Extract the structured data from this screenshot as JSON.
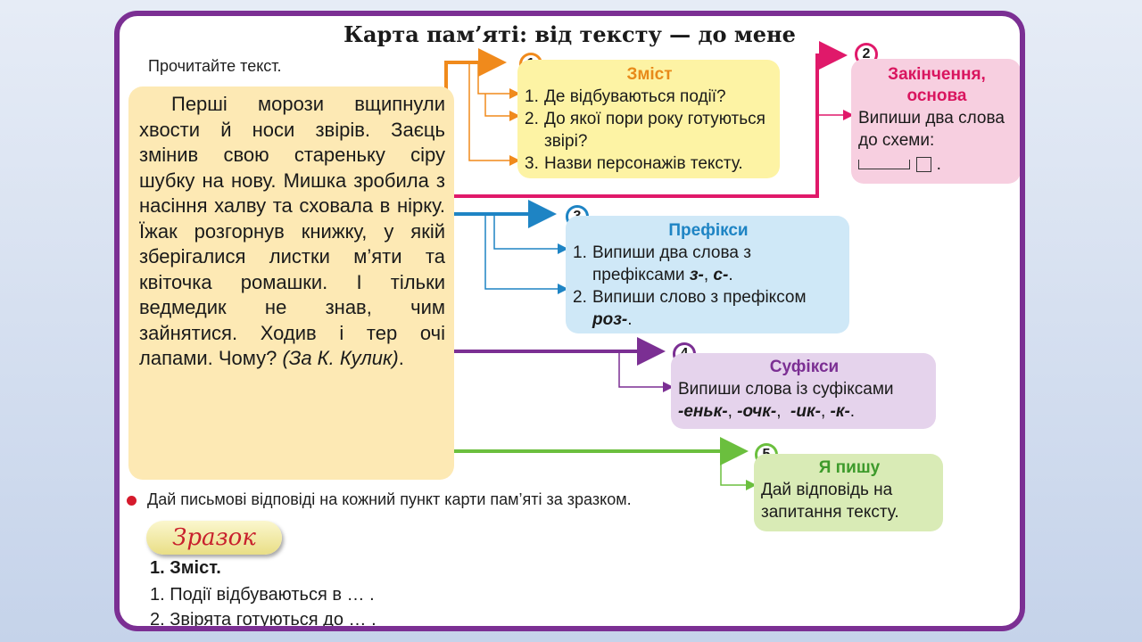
{
  "title": "Карта пам’яті: від тексту — до мене",
  "instruction": "Прочитайте текст.",
  "text": {
    "body": "Перші морози вщипнули хвости й носи звірів. Заєць змінив свою стареньку сіру шубку на нову. Мишка зробила з насіння халву та сховала в нірку. Їжак розгорнув книжку, у якій зберігалися листки м’яти та квіточка ромашки. І тільки ведмедик не знав, чим зайнятися. Ходив і тер очі лапами. Чому?",
    "author": "(За К. Кулик)",
    "author_end": "."
  },
  "boxes": {
    "b1": {
      "number": "1",
      "title": "Зміст",
      "items": [
        {
          "num": "1.",
          "text": "Де відбуваються події?"
        },
        {
          "num": "2.",
          "text": "До якої пори року готуються звірі?"
        },
        {
          "num": "3.",
          "text": "Назви персонажів тексту."
        }
      ]
    },
    "b2": {
      "number": "2",
      "title_line1": "Закінчення,",
      "title_line2": "основа",
      "text": "Випиши два слова до схеми:",
      "scheme_end": "."
    },
    "b3": {
      "number": "3",
      "title": "Префікси",
      "item1_num": "1.",
      "item1_text": "Випиши два слова з префіксами",
      "item1_p1": "з-",
      "item1_sep": ",",
      "item1_p2": "с-",
      "item1_end": ".",
      "item2_num": "2.",
      "item2_text": "Випиши слово з префіксом",
      "item2_p": "роз-",
      "item2_end": "."
    },
    "b4": {
      "number": "4",
      "title": "Суфікси",
      "text": "Випиши слова із суфіксами",
      "s1": "-еньк-",
      "s2": "-очк-",
      "s3": "-ик-",
      "s4": "-к-",
      "sep": ",",
      "end": "."
    },
    "b5": {
      "number": "5",
      "title": "Я пишу",
      "text": "Дай відповідь на запитання тексту."
    }
  },
  "task": "Дай письмові відповіді на кожний пункт карти пам’яті за зразком.",
  "sample_label": "Зразок",
  "example": {
    "title": "1. Зміст.",
    "line1": "1. Події відбуваються в … .",
    "line2": "2. Звірята готуються до … ."
  },
  "colors": {
    "frame": "#7b2f93",
    "orange": "#f08a1c",
    "pink": "#e0196a",
    "blue": "#1e84c4",
    "purple": "#7b2f93",
    "green": "#6bbf3e"
  }
}
